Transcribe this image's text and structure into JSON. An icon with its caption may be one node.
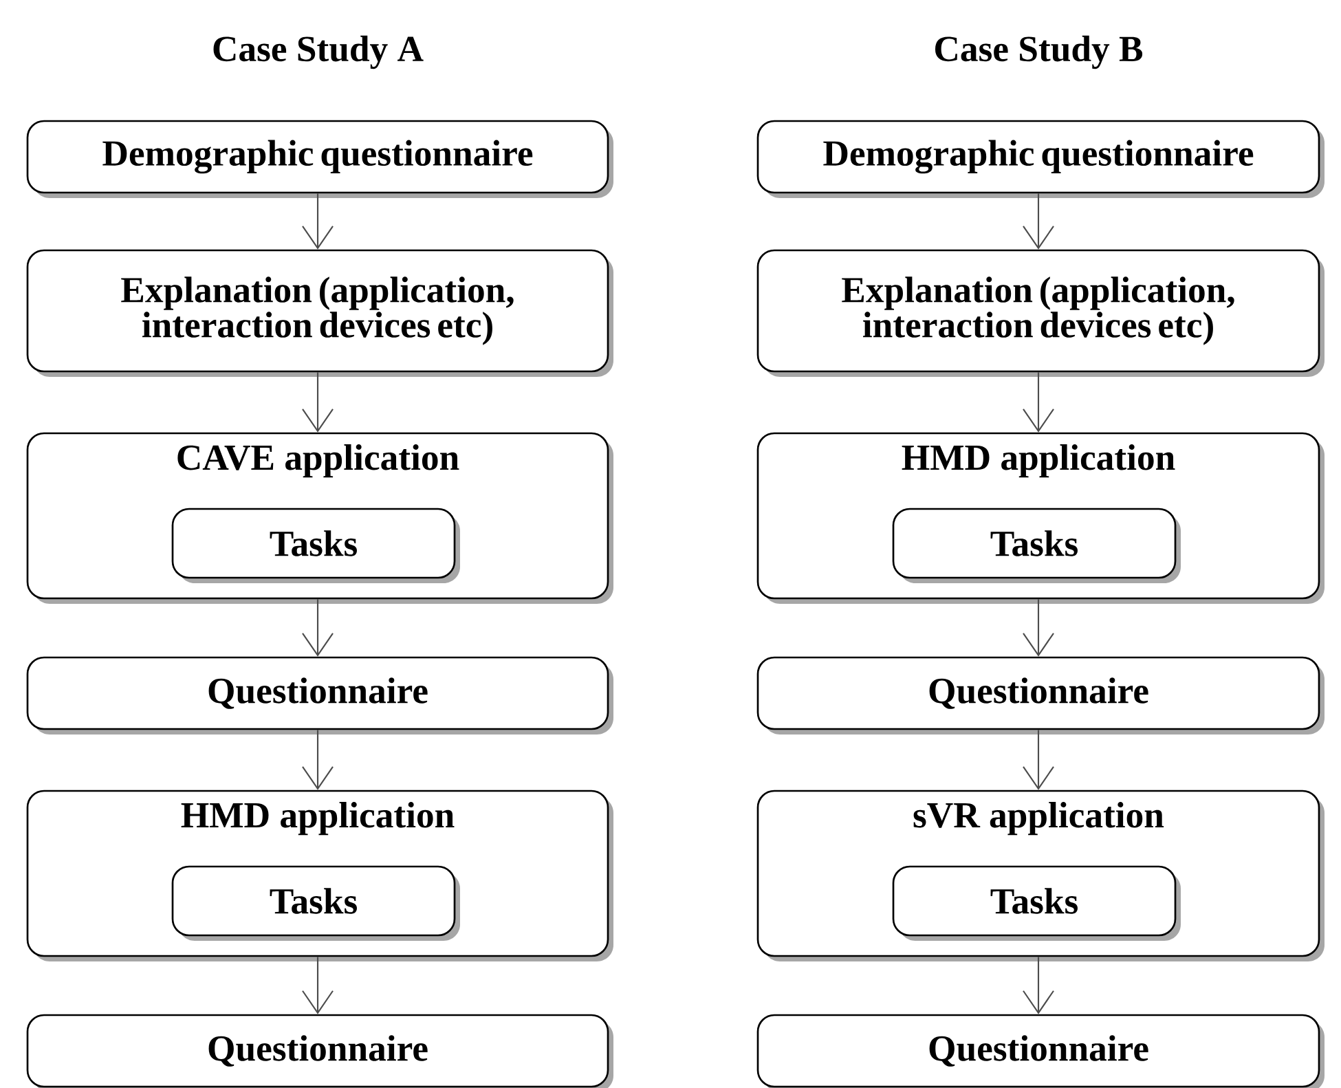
{
  "diagram": {
    "nodes": [
      {
        "text": [
          "Demographic questionnaire"
        ]
      },
      {
        "text": [
          "Explanation (application, interaction devices etc)"
        ]
      },
      {
        "text": [
          "CAVE application"
        ]
      },
      {
        "text": [
          "Tasks"
        ],
        "in": 2
      },
      {
        "text": [
          "Questionnaire"
        ]
      },
      {
        "text": [
          "HMD application"
        ]
      },
      {
        "text": [
          "Tasks"
        ],
        "in": 5
      },
      {
        "text": [
          "Questionnaire"
        ]
      },
      {
        "text": [
          "Demographic questionnaire"
        ]
      },
      {
        "text": [
          "Explanation (application, interaction devices etc)"
        ]
      },
      {
        "text": [
          "HMD application"
        ]
      },
      {
        "text": [
          "Tasks"
        ],
        "in": 10
      },
      {
        "text": [
          "Questionnaire"
        ]
      },
      {
        "text": [
          "sVR application"
        ]
      },
      {
        "text": [
          "Tasks"
        ],
        "in": 13
      },
      {
        "text": [
          "Questionnaire"
        ]
      }
    ],
    "edges": [
      {
        "from": 0,
        "to": 1,
        "arrow": "to"
      },
      {
        "from": 1,
        "to": 2,
        "arrow": "to"
      },
      {
        "from": 2,
        "to": 4,
        "arrow": "to"
      },
      {
        "from": 4,
        "to": 5,
        "arrow": "to"
      },
      {
        "from": 5,
        "to": 7,
        "arrow": "to"
      },
      {
        "from": 8,
        "to": 9,
        "arrow": "to"
      },
      {
        "from": 9,
        "to": 10,
        "arrow": "to"
      },
      {
        "from": 10,
        "to": 12,
        "arrow": "to"
      },
      {
        "from": 12,
        "to": 13,
        "arrow": "to"
      },
      {
        "from": 13,
        "to": 15,
        "arrow": "to"
      }
    ],
    "labels": [
      "Case Study A",
      "Case Study B"
    ]
  }
}
